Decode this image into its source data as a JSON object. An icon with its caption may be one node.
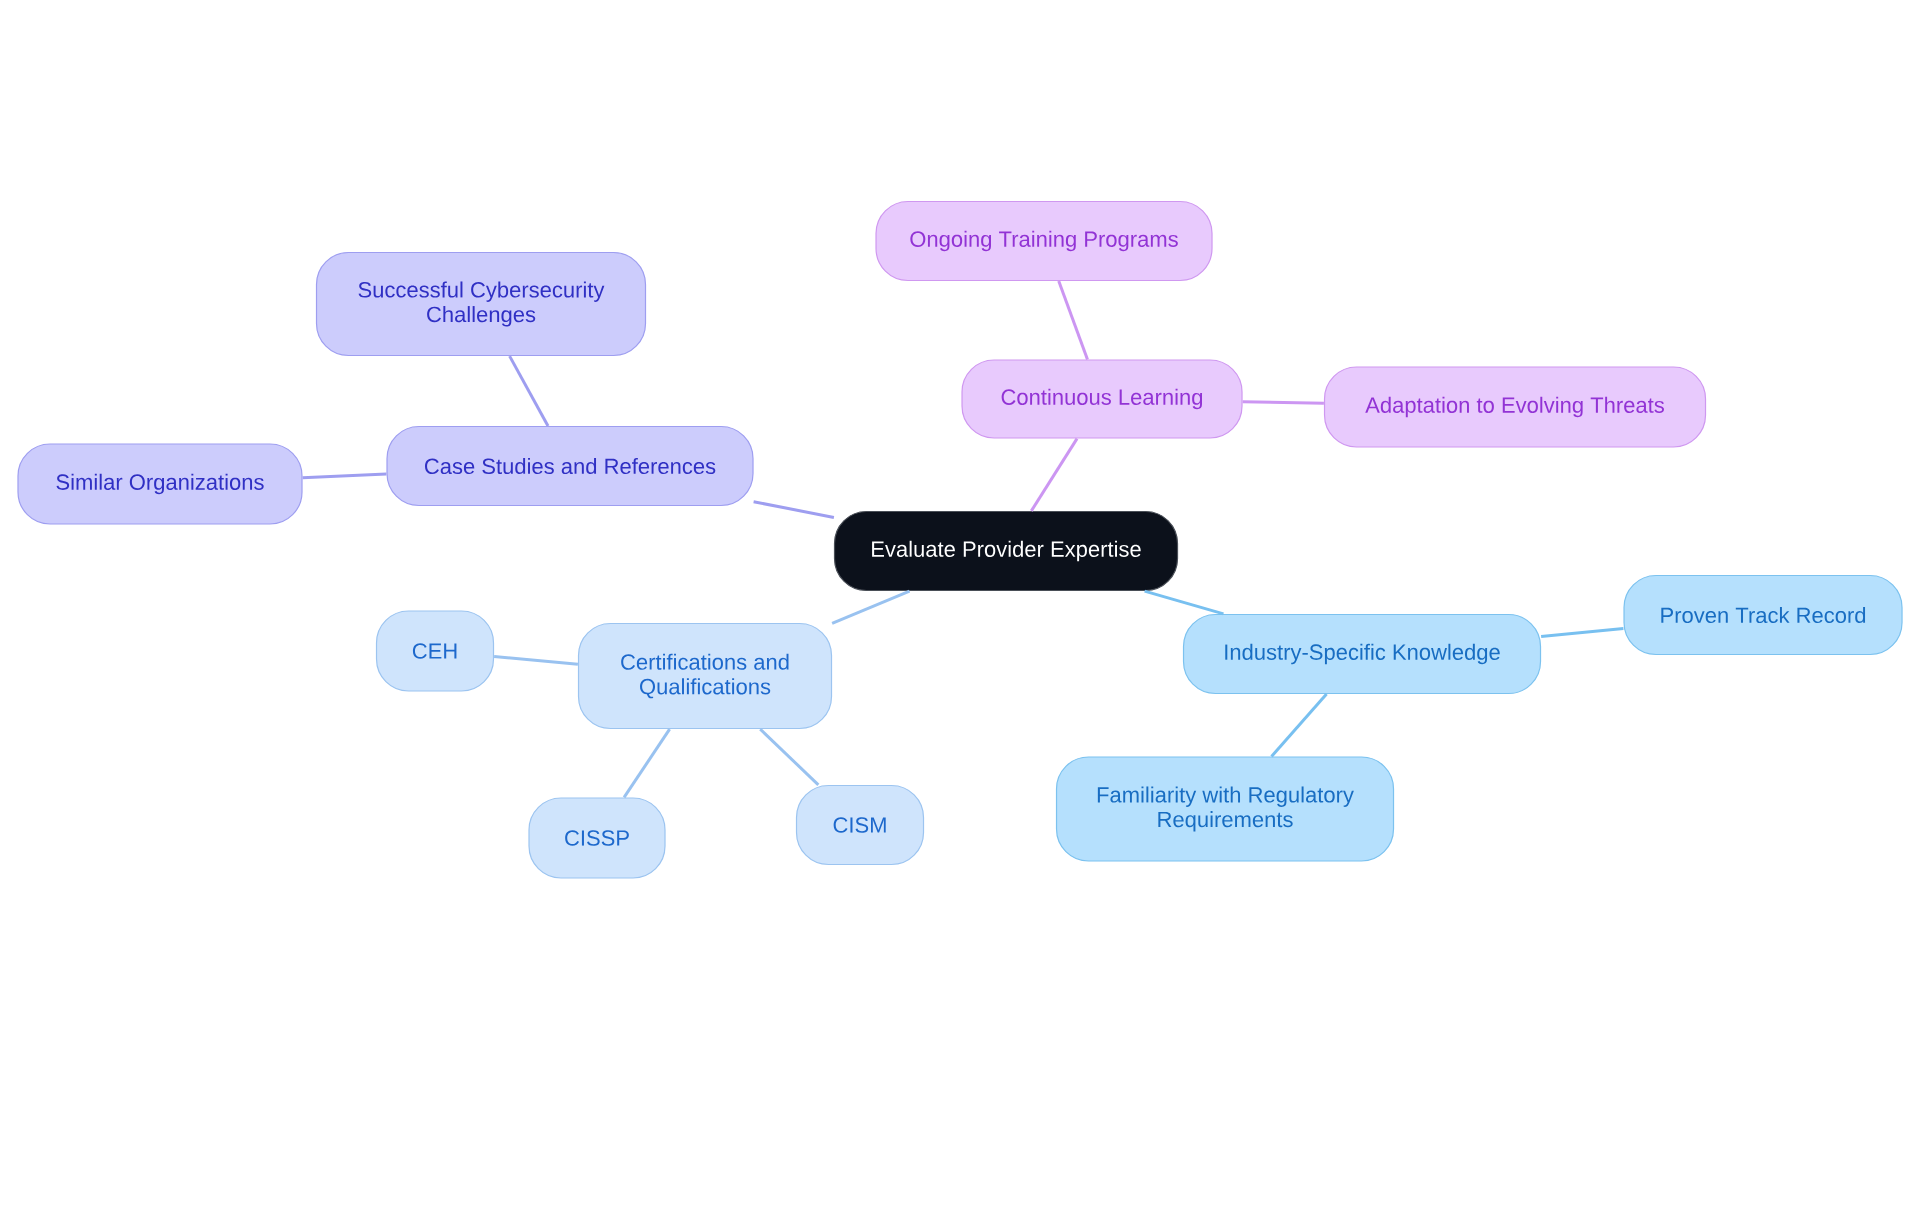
{
  "diagram": {
    "nodes": [
      {
        "text": [
          "Evaluate Provider Expertise"
        ]
      },
      {
        "text": [
          "Case Studies and References"
        ]
      },
      {
        "text": [
          "Successful Cybersecurity Challenges"
        ]
      },
      {
        "text": [
          "Similar Organizations"
        ]
      },
      {
        "text": [
          "Continuous Learning"
        ]
      },
      {
        "text": [
          "Ongoing Training Programs"
        ]
      },
      {
        "text": [
          "Adaptation to Evolving Threats"
        ]
      },
      {
        "text": [
          "Certifications and Qualifications"
        ]
      },
      {
        "text": [
          "CEH"
        ]
      },
      {
        "text": [
          "CISSP"
        ]
      },
      {
        "text": [
          "CISM"
        ]
      },
      {
        "text": [
          "Industry-Specific Knowledge"
        ]
      },
      {
        "text": [
          "Proven Track Record"
        ]
      },
      {
        "text": [
          "Familiarity with Regulatory Requirements"
        ]
      }
    ],
    "edges": [
      {
        "from": 0,
        "to": 1,
        "arrow": "none",
        "color": "#9e9ef0"
      },
      {
        "from": 1,
        "to": 2,
        "arrow": "none",
        "color": "#9e9ef0"
      },
      {
        "from": 1,
        "to": 3,
        "arrow": "none",
        "color": "#9e9ef0"
      },
      {
        "from": 0,
        "to": 4,
        "arrow": "none",
        "color": "#cc96f2"
      },
      {
        "from": 4,
        "to": 5,
        "arrow": "none",
        "color": "#cc96f2"
      },
      {
        "from": 4,
        "to": 6,
        "arrow": "none",
        "color": "#cc96f2"
      },
      {
        "from": 0,
        "to": 7,
        "arrow": "none",
        "color": "#99c2f0"
      },
      {
        "from": 7,
        "to": 8,
        "arrow": "none",
        "color": "#99c2f0"
      },
      {
        "from": 7,
        "to": 9,
        "arrow": "none",
        "color": "#99c2f0"
      },
      {
        "from": 7,
        "to": 10,
        "arrow": "none",
        "color": "#99c2f0"
      },
      {
        "from": 0,
        "to": 11,
        "arrow": "none",
        "color": "#78c0f0"
      },
      {
        "from": 11,
        "to": 12,
        "arrow": "none",
        "color": "#78c0f0"
      },
      {
        "from": 11,
        "to": 13,
        "arrow": "none",
        "color": "#78c0f0"
      }
    ]
  }
}
